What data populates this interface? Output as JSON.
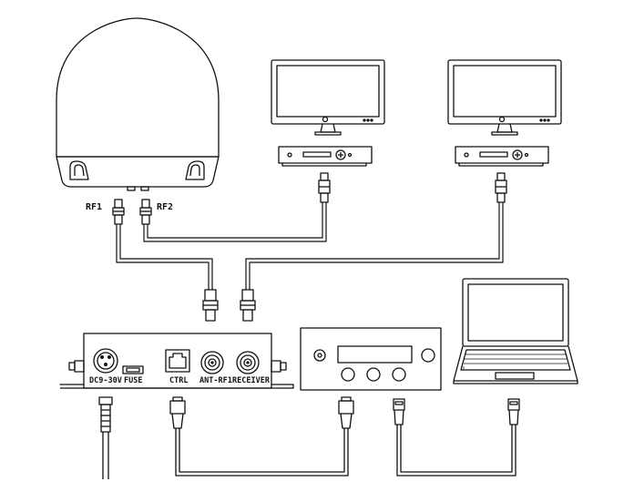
{
  "antenna": {
    "port_rf1": "RF1",
    "port_rf2": "RF2"
  },
  "acu": {
    "power_label": "DC9-30V",
    "fuse_label": "FUSE",
    "ctrl_label": "CTRL",
    "ant_rf1_label": "ANT-RF1",
    "receiver_label": "RECEIVER"
  }
}
